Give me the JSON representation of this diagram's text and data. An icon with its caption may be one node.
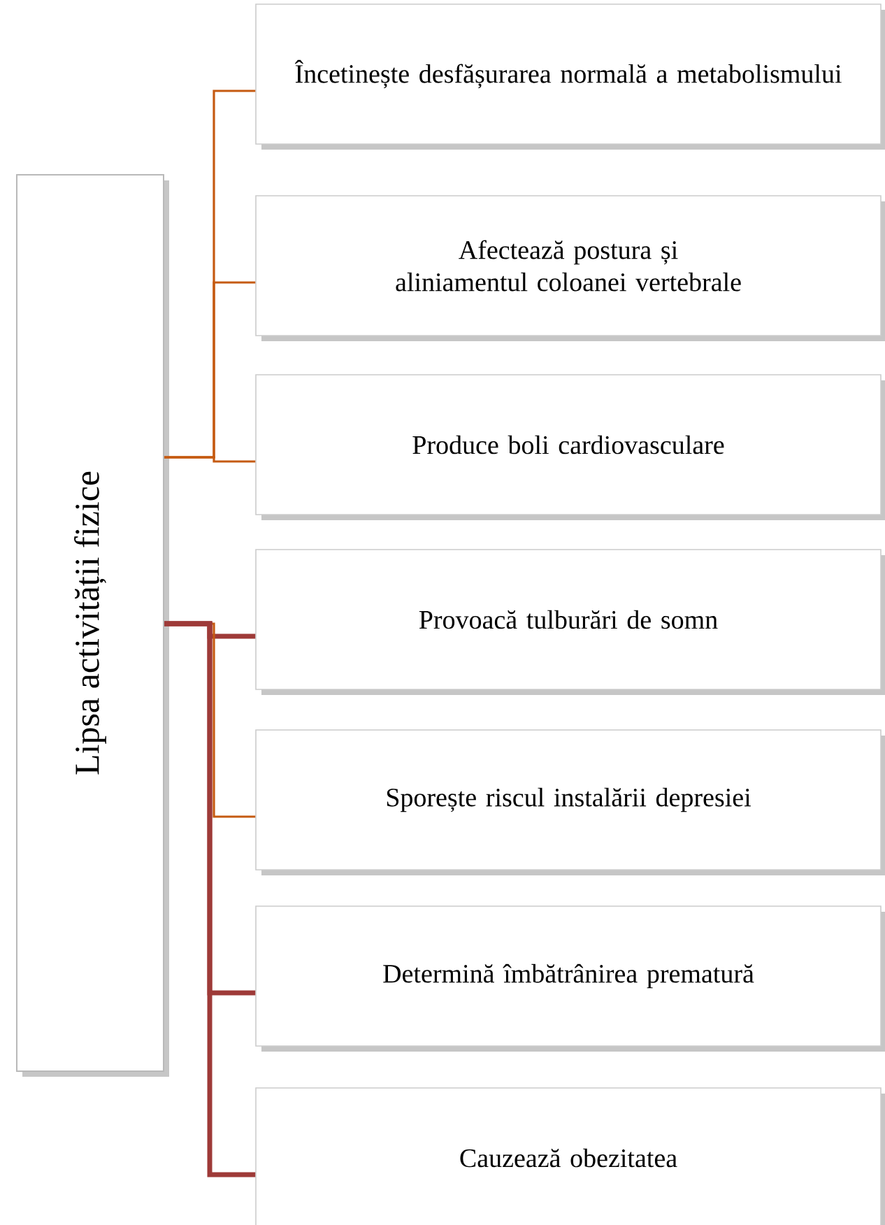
{
  "diagram": {
    "nodes": [
      {
        "text": [
          "Lipsa activității fizice"
        ]
      },
      {
        "text": [
          "Încetinește desfășurarea normală a metabolismului"
        ]
      },
      {
        "text": [
          "Afectează postura și aliniamentul coloanei vertebrale"
        ]
      },
      {
        "text": [
          "Produce boli cardiovasculare"
        ]
      },
      {
        "text": [
          "Provoacă tulburări de somn"
        ]
      },
      {
        "text": [
          "Sporește riscul instalării depresiei"
        ]
      },
      {
        "text": [
          "Determină îmbătrânirea prematură"
        ]
      },
      {
        "text": [
          "Cauzează obezitatea"
        ]
      }
    ],
    "edges": [
      {
        "from": 0,
        "to": 1,
        "arrow": "none"
      },
      {
        "from": 0,
        "to": 2,
        "arrow": "none"
      },
      {
        "from": 0,
        "to": 3,
        "arrow": "none"
      },
      {
        "from": 0,
        "to": 4,
        "arrow": "none",
        "style": "thick",
        "color": "#9e3a38"
      },
      {
        "from": 0,
        "to": 5,
        "arrow": "none"
      },
      {
        "from": 0,
        "to": 6,
        "arrow": "none",
        "style": "thick",
        "color": "#9e3a38"
      },
      {
        "from": 0,
        "to": 7,
        "arrow": "none",
        "style": "thick",
        "color": "#9e3a38"
      }
    ]
  }
}
